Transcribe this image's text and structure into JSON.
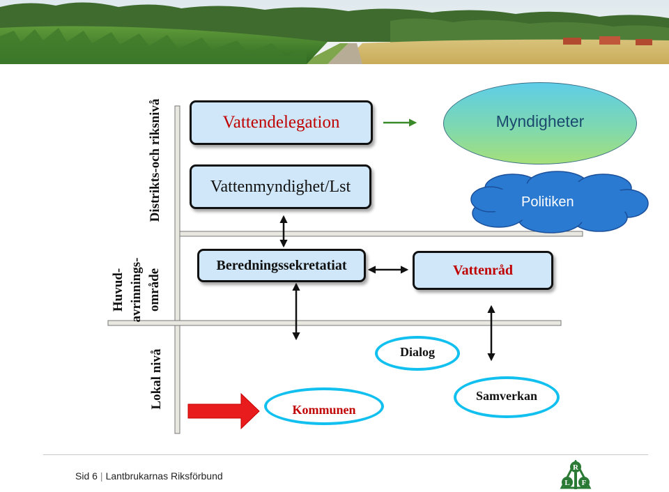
{
  "levels": {
    "riks": "Distrikts-och riksnivå",
    "huvud": "Huvud- avrinnings- område",
    "lokal": "Lokal nivå"
  },
  "boxes": {
    "vattendelegation": "Vattendelegation",
    "vattenmyndighet": "Vattenmyndighet/Lst",
    "beredningssekretariat": "Beredningssekretatiat",
    "vattenrad": "Vattenråd"
  },
  "ellipses": {
    "myndigheter": "Myndigheter",
    "politiken": "Politiken"
  },
  "ovals": {
    "kommunen": "Kommunen",
    "dialog": "Dialog",
    "samverkan": "Samverkan"
  },
  "footer": {
    "page": "Sid 6",
    "org": "Lantbrukarnas Riksförbund"
  },
  "logo": {
    "letters": [
      "R",
      "L",
      "F"
    ]
  },
  "colors": {
    "text_red": "#c00000",
    "box_fill": "#cfe7f8",
    "oval_border": "#12c0ef",
    "cloud_fill": "#2a7ad2",
    "green_arrow": "#3a8a2a",
    "red_arrow": "#e81c1c",
    "logo_green": "#2a7a35"
  },
  "icons": {
    "banner": "farmland-photo",
    "logo": "lrf-logo-icon"
  }
}
